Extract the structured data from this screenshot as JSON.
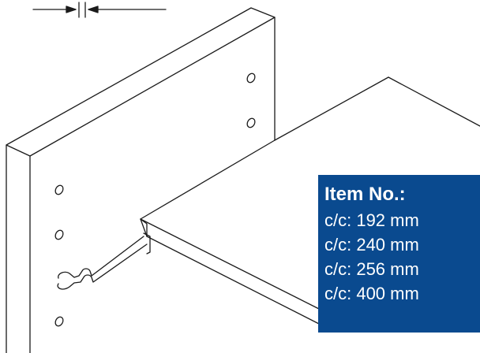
{
  "info_box": {
    "title": "Item No.:",
    "lines": [
      "c/c: 192 mm",
      "c/c: 240 mm",
      "c/c: 256 mm",
      "c/c: 400 mm"
    ]
  },
  "colors": {
    "box_background": "#0a4a8f",
    "box_text": "#ffffff",
    "line_art": "#1a1a1a"
  }
}
